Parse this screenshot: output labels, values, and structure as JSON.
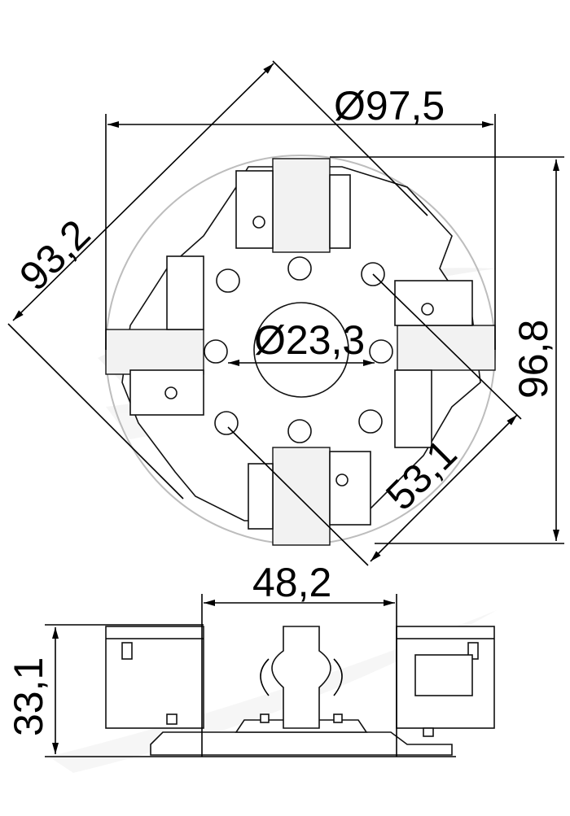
{
  "drawing": {
    "top_view": {
      "outer_diameter": "Ø97,5",
      "diagonal_width": "93,2",
      "height": "96,8",
      "bore_diameter": "Ø23,3",
      "diagonal_offset": "53,1"
    },
    "side_view": {
      "width": "48,2",
      "height": "33,1"
    }
  }
}
